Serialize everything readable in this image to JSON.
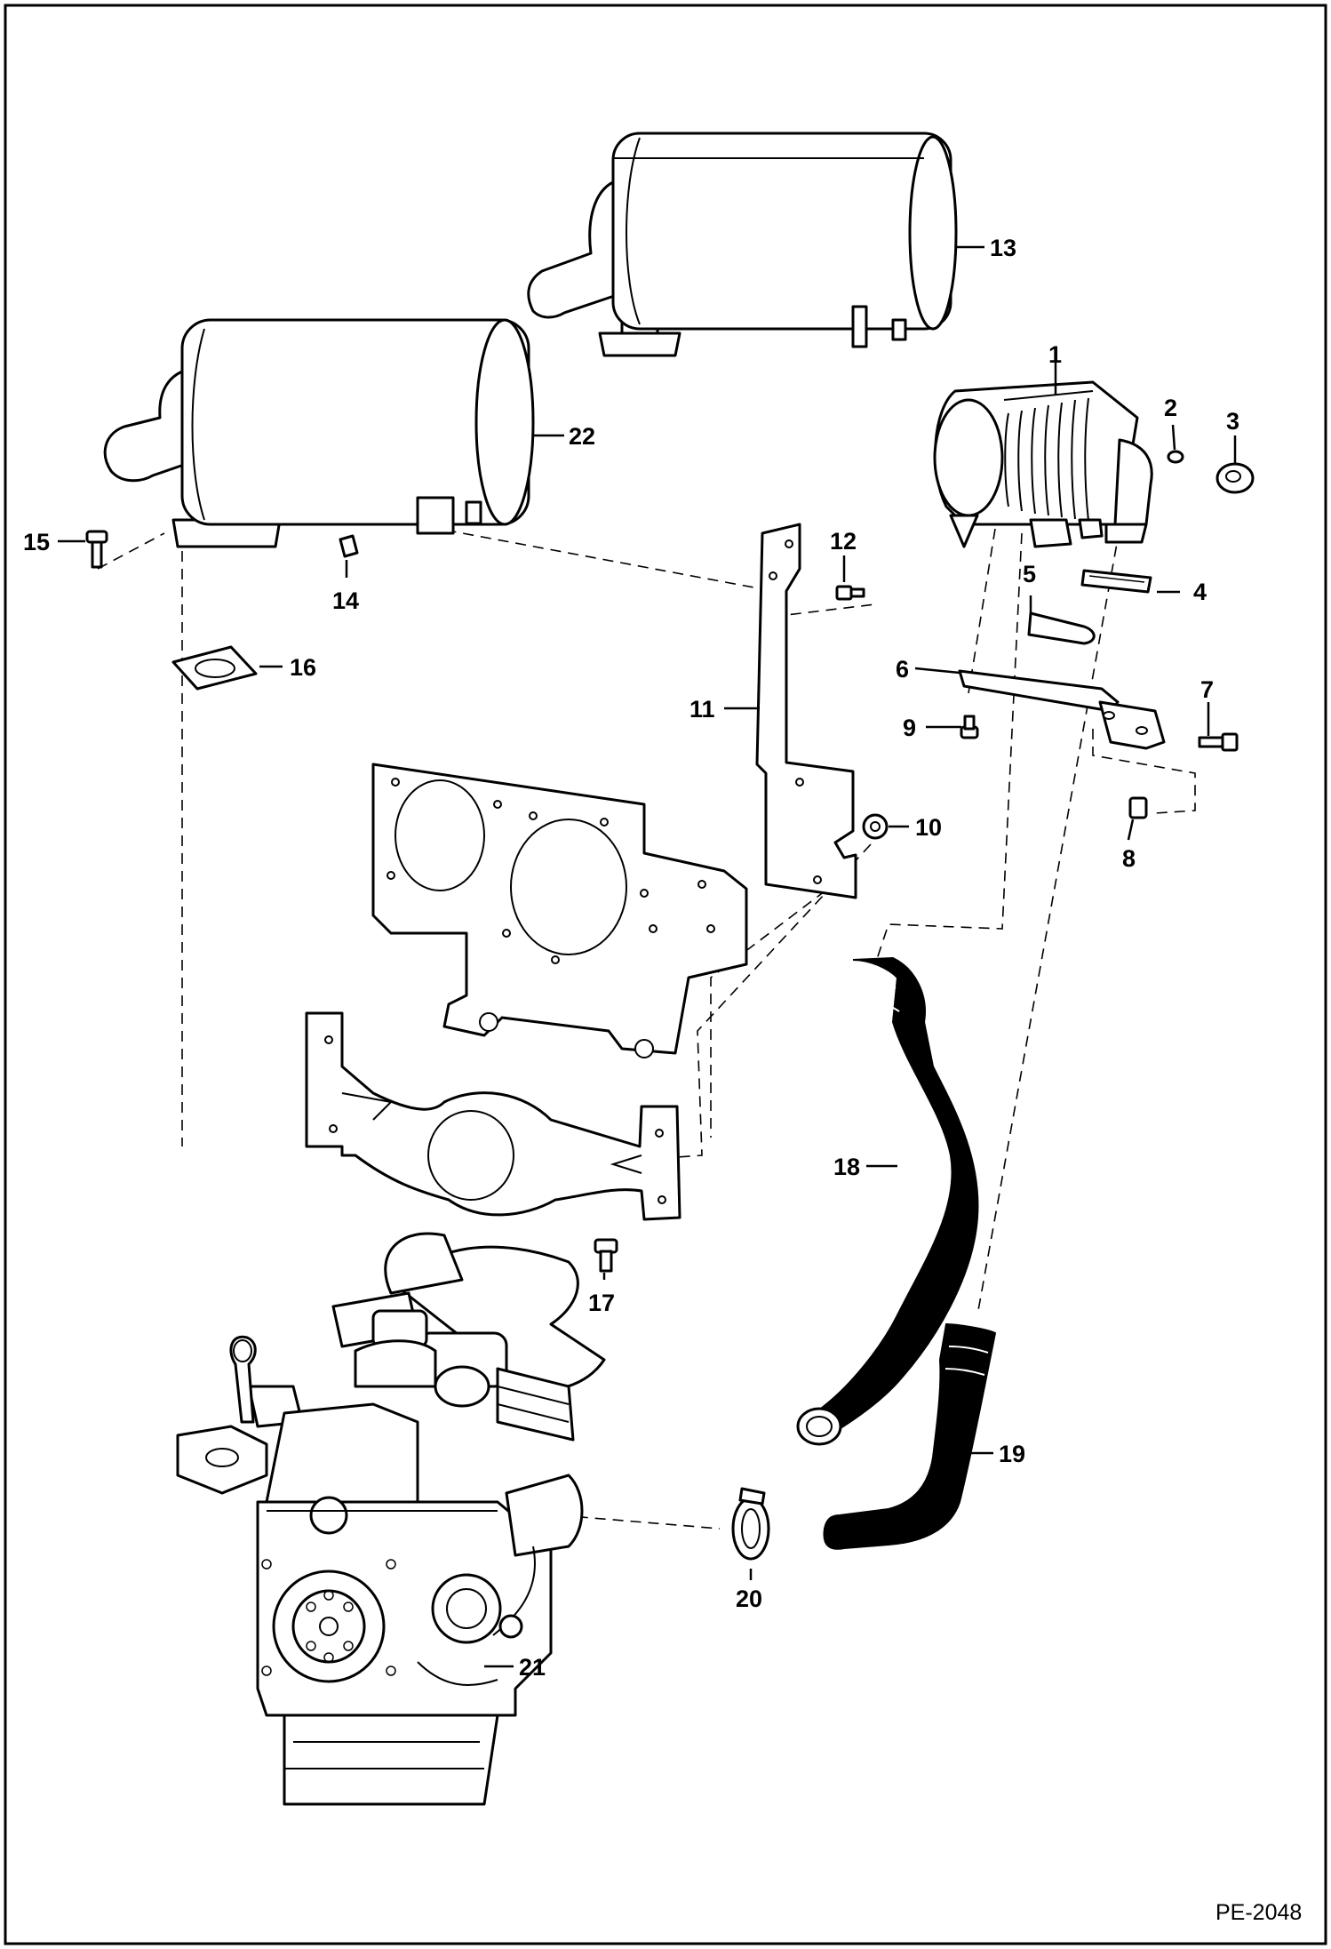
{
  "figure_id": "PE-2048",
  "callouts": {
    "c1": "1",
    "c2": "2",
    "c3": "3",
    "c4": "4",
    "c5": "5",
    "c6": "6",
    "c7": "7",
    "c8": "8",
    "c9": "9",
    "c10": "10",
    "c11": "11",
    "c12": "12",
    "c13": "13",
    "c14": "14",
    "c15": "15",
    "c16": "16",
    "c17": "17",
    "c18": "18",
    "c19": "19",
    "c20": "20",
    "c21": "21",
    "c22": "22"
  }
}
